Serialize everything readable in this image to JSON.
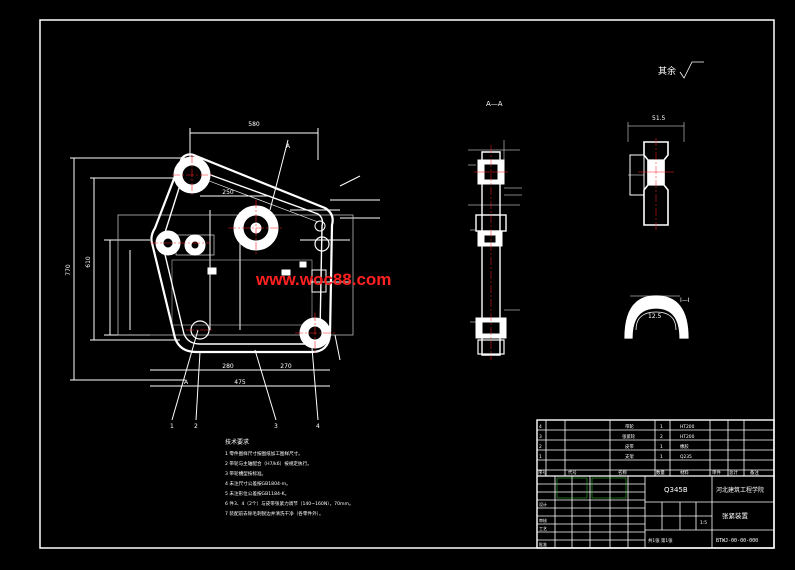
{
  "watermark": "www.woc88.com",
  "views": {
    "section_label": "A—A",
    "detail_label": "I—I",
    "surface_finish_other": "其余"
  },
  "front_view": {
    "dim_top": "580",
    "dim_left_outer": "770",
    "dim_left_inner": "610",
    "dim_mid": "250",
    "dim_bottom_left": "280",
    "dim_bottom_right": "270",
    "dim_bottom_total": "475",
    "section_mark": "A",
    "part_refs": [
      "1",
      "2",
      "3",
      "4"
    ]
  },
  "detail_view": {
    "dim_top": "51.5",
    "dim_bottom": "12.5",
    "label_bottom": "I—I"
  },
  "tech_requirements": {
    "title": "技术要求",
    "items": [
      "1 零件图样尺寸按图纸加工图样尺寸。",
      "2 带轮与主轴配合（H7/k6）按规定执行。",
      "3 带轮槽型按标准。",
      "4 未注尺寸公差按GB1804-m。",
      "5 未注形位公差按GB1184-K。",
      "6 件3、4（2个）与皮带张紧力调节（140~160N），70mm。",
      "7 装配前去除毛刺锐边并清洗干净（各零件外）。"
    ]
  },
  "title_block": {
    "school": "河北建筑工程学院",
    "drawing_title": "张紧装置",
    "model": "Q345B",
    "drawing_no": "BTWJ-00-00-000",
    "scale": "1:5",
    "sheet": "共1张 第1张",
    "bom_headers": [
      "序号",
      "代号",
      "名称",
      "数量",
      "材料",
      "单件",
      "总计",
      "备注"
    ],
    "bom_rows": [
      [
        "4",
        "",
        "带轮",
        "1",
        "HT200",
        "",
        "",
        ""
      ],
      [
        "3",
        "",
        "张紧轮",
        "2",
        "HT200",
        "",
        "",
        ""
      ],
      [
        "2",
        "",
        "皮带",
        "1",
        "橡胶",
        "",
        "",
        ""
      ],
      [
        "1",
        "",
        "支架",
        "1",
        "Q235",
        "",
        "",
        ""
      ]
    ],
    "sign_labels": [
      "设计",
      "审核",
      "工艺",
      "批准"
    ]
  },
  "colors": {
    "background": "#000000",
    "line": "#ffffff",
    "center_line": "#ff2020",
    "dim_line": "#ffffff",
    "watermark": "#ff2020",
    "frame_green": "#33cc33"
  }
}
